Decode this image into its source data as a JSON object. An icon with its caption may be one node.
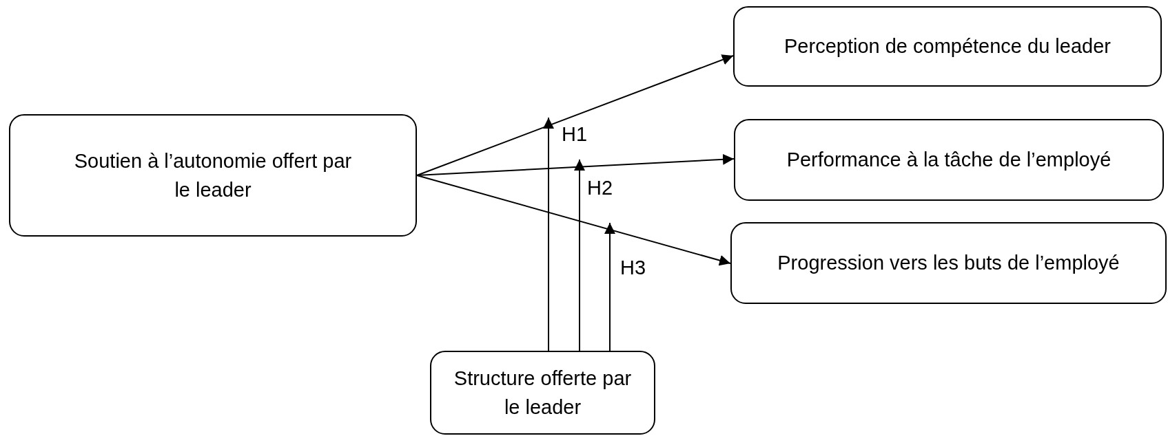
{
  "diagram": {
    "nodes": [
      {
        "text": [
          "Soutien à l’autonomie offert par le leader"
        ]
      },
      {
        "text": [
          "Perception de compétence du leader"
        ]
      },
      {
        "text": [
          "Performance à la tâche de l’employé"
        ]
      },
      {
        "text": [
          "Progression vers les buts de l’employé"
        ]
      },
      {
        "text": [
          "Structure offerte par le leader"
        ]
      }
    ],
    "edges": [
      {
        "from": 0,
        "to": 1,
        "arrow": "to"
      },
      {
        "from": 0,
        "to": 2,
        "arrow": "to"
      },
      {
        "from": 0,
        "to": 3,
        "arrow": "to"
      },
      {
        "from": 4,
        "to": null,
        "arrow": "to",
        "label": "H1"
      },
      {
        "from": 4,
        "to": null,
        "arrow": "to",
        "label": "H2"
      },
      {
        "from": 4,
        "to": null,
        "arrow": "to",
        "label": "H3"
      }
    ]
  }
}
